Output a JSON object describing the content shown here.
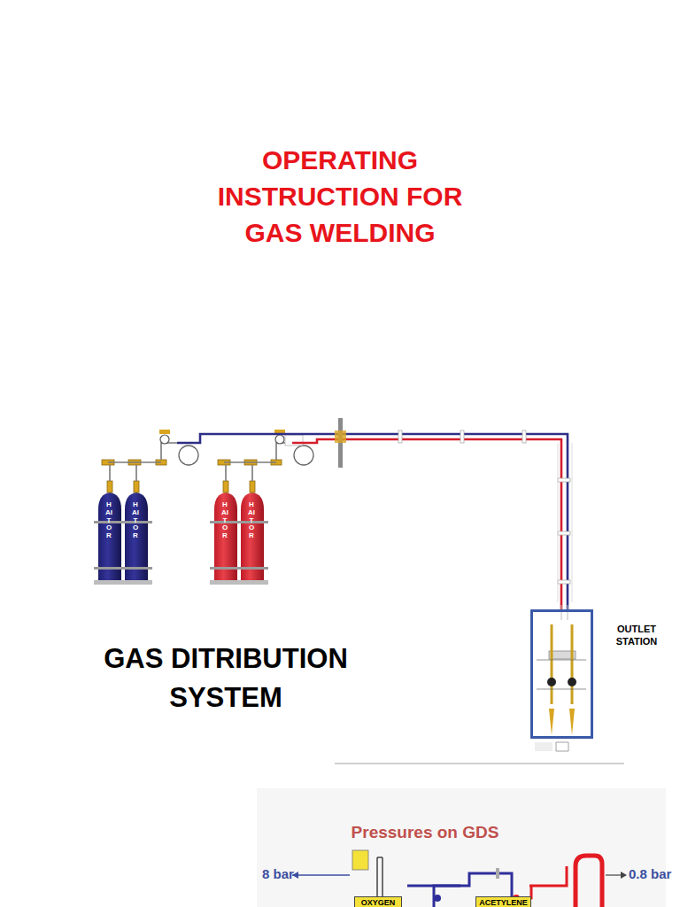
{
  "diagram": {
    "title": "OPERATING INSTRUCTION FOR GAS WELDING",
    "nodes": [
      {
        "text": [
          "OUTLET STATION"
        ]
      },
      {
        "text": [
          "OXYGEN"
        ]
      },
      {
        "text": [
          "ACETYLENE"
        ]
      }
    ],
    "labels": [
      "HAITOR",
      "HAITOR",
      "HAITOR",
      "HAITOR",
      "GAS DITRIBUTION SYSTEM",
      "Pressures on GDS",
      "8 bar",
      "0.8 bar"
    ]
  }
}
